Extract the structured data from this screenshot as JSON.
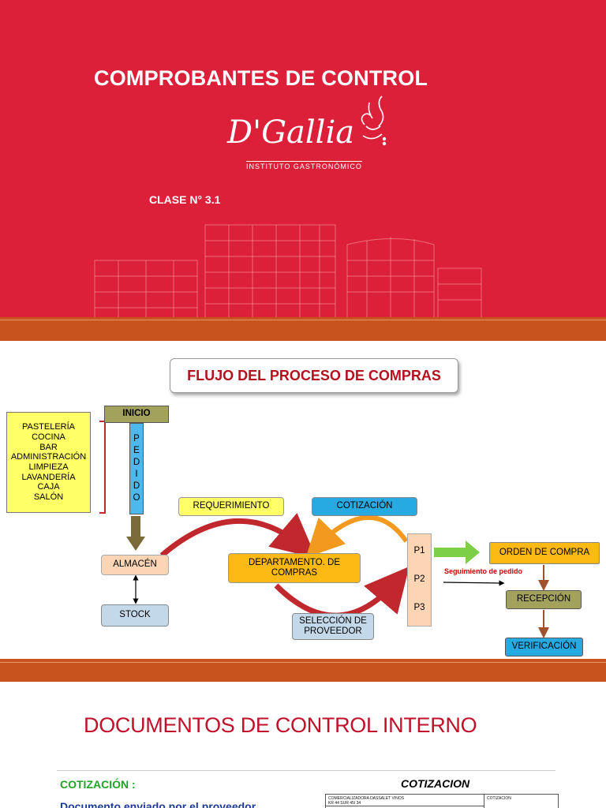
{
  "slide1": {
    "title": "COMPROBANTES DE CONTROL",
    "logo_text": "D'Gallia",
    "logo_subtitle": "INSTITUTO GASTRONÓMICO",
    "class_label": "CLASE N° 3.1",
    "colors": {
      "background": "#dc2039",
      "band": "#c8531f"
    }
  },
  "slide2": {
    "title": "FLUJO DEL PROCESO DE COMPRAS",
    "areas": [
      "PASTELERÍA",
      "COCINA",
      "BAR",
      "ADMINISTRACIÓN",
      "LIMPIEZA",
      "LAVANDERÍA",
      "CAJA",
      "SALÓN"
    ],
    "inicio": "INICIO",
    "pedido_letters": [
      "P",
      "E",
      "D",
      "I",
      "D",
      "O"
    ],
    "almacen": "ALMACÉN",
    "stock": "STOCK",
    "requerimiento": "REQUERIMIENTO",
    "cotizacion": "COTIZACIÓN",
    "departamento": "DEPARTAMENTO. DE COMPRAS",
    "seleccion": "SELECCIÓN DE PROVEEDOR",
    "proveedores": [
      "P1",
      "P2",
      "P3"
    ],
    "orden": "ORDEN DE COMPRA",
    "seguimiento": "Seguimiento de pedido",
    "recepcion": "RECEPCIÓN",
    "verificacion": "VERIFICACIÓN"
  },
  "slide3": {
    "title": "DOCUMENTOS DE CONTROL INTERNO",
    "subtitle": "COTIZACIÓN :",
    "text": "Documento enviado por el proveedor",
    "doc_title": "COTIZACION",
    "doc_line1": "COMERCIALIZADORA DASSALET VINOS",
    "doc_line2": "KR 44 SUR 45I 34",
    "doc_cell": "COTIZACION"
  }
}
